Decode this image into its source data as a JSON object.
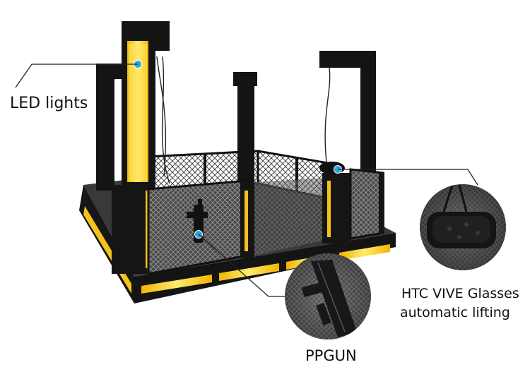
{
  "labels": {
    "led": "LED lights",
    "htc_line1": "HTC VIVE Glasses",
    "htc_line2": "automatic lifting",
    "gun": "PPGUN"
  },
  "colors": {
    "led_yellow": "#f6c21a",
    "led_glow": "#fff27a",
    "frame_black": "#151515",
    "floor": "#3a3836",
    "marker_blue": "#27a7e0",
    "callout_line": "#222222"
  }
}
